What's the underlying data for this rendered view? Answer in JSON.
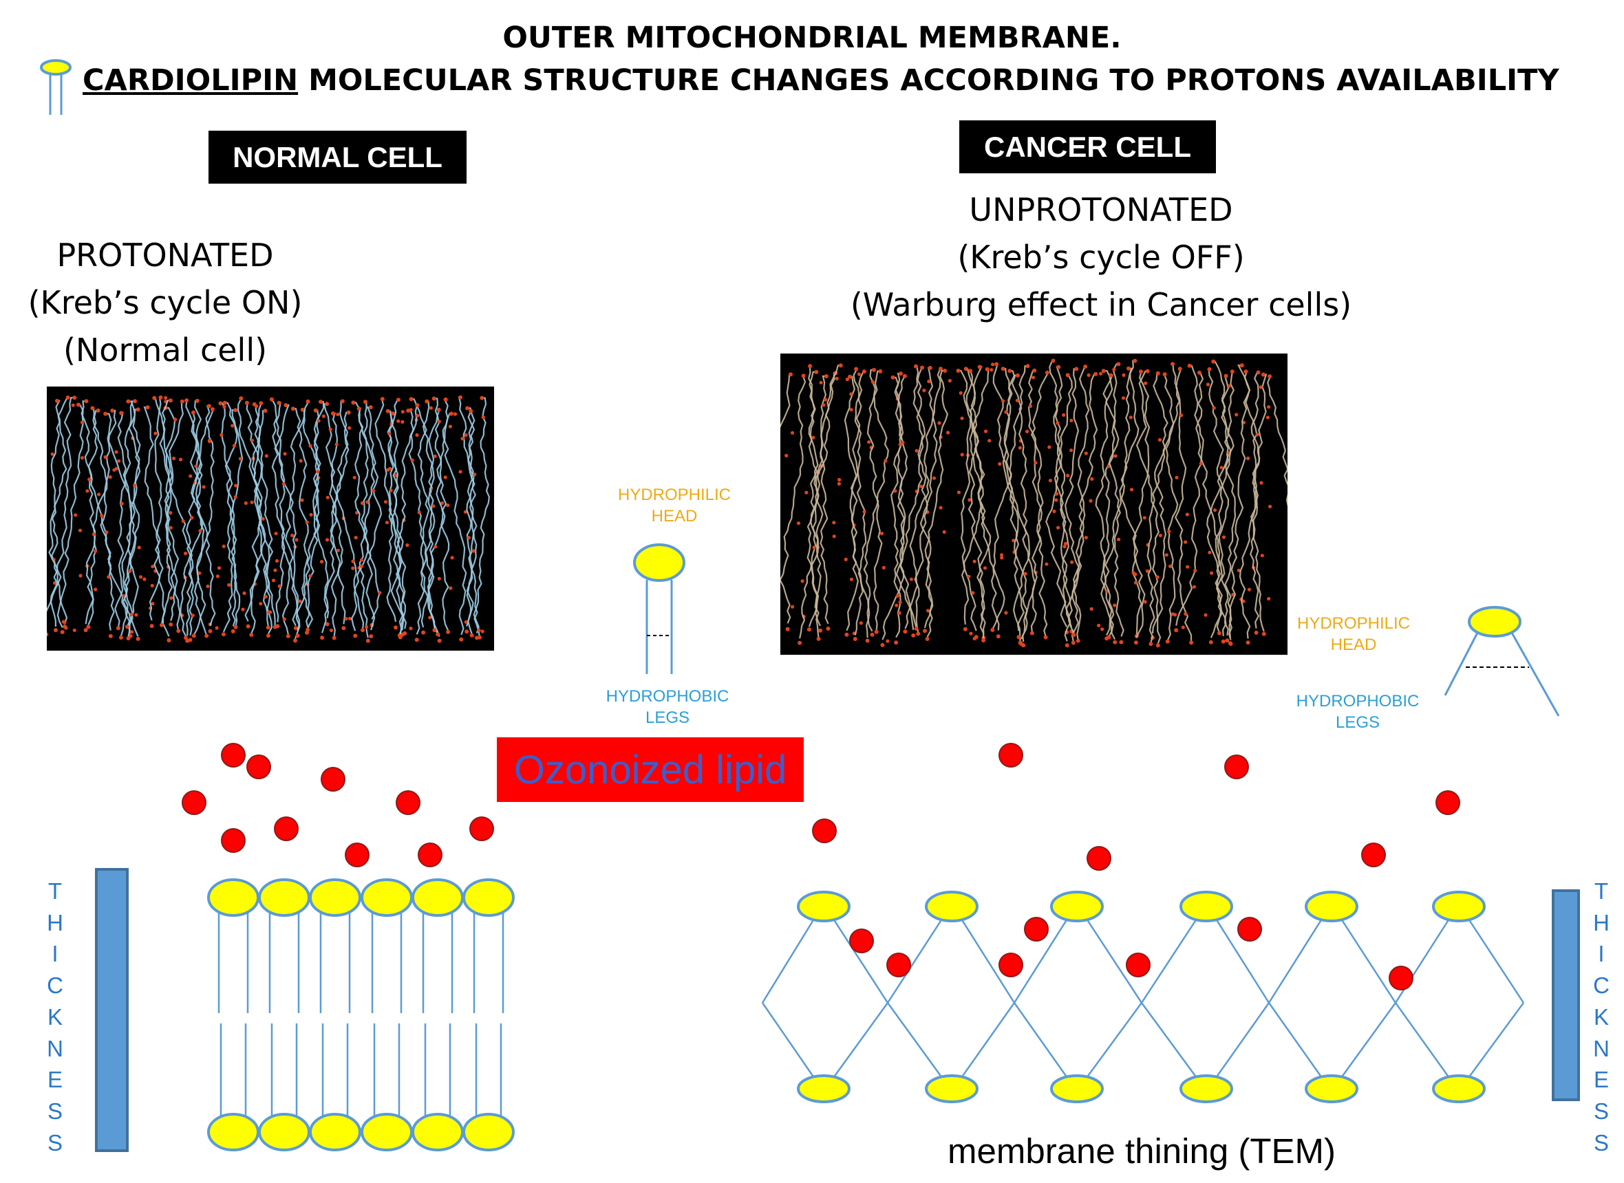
{
  "title": {
    "line1": "OUTER MITOCHONDRIAL MEMBRANE.",
    "line2_underlined": "CARDIOLIPIN",
    "line2_rest": " MOLECULAR STRUCTURE CHANGES ACCORDING TO PROTONS AVAILABILITY"
  },
  "normal": {
    "badge": "NORMAL CELL",
    "state_lines": [
      "PROTONATED",
      "(Kreb’s cycle ON)",
      "(Normal cell)"
    ]
  },
  "cancer": {
    "badge": "CANCER CELL",
    "state_lines": [
      "UNPROTONATED",
      "(Kreb’s cycle OFF)",
      "(Warburg effect in Cancer cells)"
    ]
  },
  "lipid_labels": {
    "center_head": [
      "HYDROPHILIC",
      "HEAD"
    ],
    "center_legs": [
      "HYDROPHOBIC",
      "LEGS"
    ],
    "right_head": [
      "HYDROPHILIC",
      "HEAD"
    ],
    "right_legs": [
      "HYDROPHOBIC",
      "LEGS"
    ]
  },
  "ozonoized_label": "Ozonoized lipid",
  "thickness_letters": [
    "T",
    "H",
    "I",
    "C",
    "K",
    "N",
    "E",
    "S",
    "S"
  ],
  "membrane_caption": "membrane thining (TEM)",
  "colors": {
    "head_fill": "#ffff00",
    "head_stroke": "#5b9bd5",
    "proton": "#ff0000",
    "label_orange": "#f0a914",
    "label_blue": "#2a9fd8",
    "ozone_box": "#ff0000",
    "ozone_text": "#3a5fcd",
    "thickness_bar": "#5b9bd5"
  }
}
